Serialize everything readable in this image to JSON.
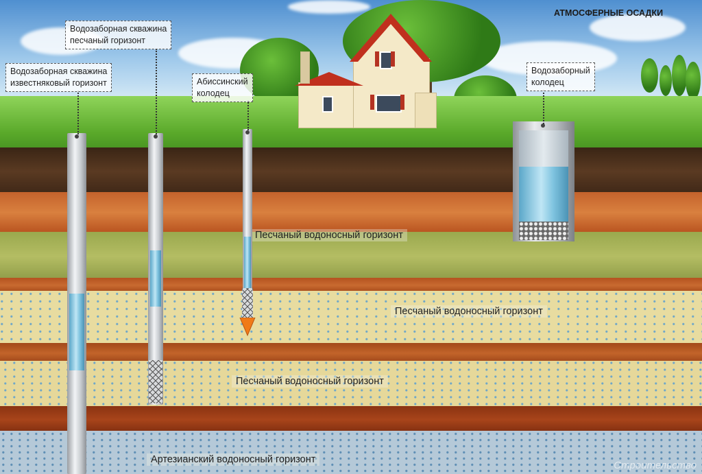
{
  "precipitation_label": "АТМОСФЕРНЫЕ ОСАДКИ",
  "wells": {
    "limestone_well": {
      "line1": "Водозаборная скважина",
      "line2": "известняковый горизонт"
    },
    "sand_well": {
      "line1": "Водозаборная скважина",
      "line2": "песчаный горизонт"
    },
    "abyssinian_well": {
      "line1": "Абиссинский",
      "line2": "колодец"
    },
    "dug_well": {
      "line1": "Водозаборный",
      "line2": "колодец"
    }
  },
  "layers": {
    "sand_horizon_1": "Песчаный водоносный горизонт",
    "sand_horizon_2": "Песчаный водоносный горизонт",
    "sand_horizon_3": "Песчаный водоносный горизонт",
    "artesian": "Артезианский водоносный горизонт"
  },
  "watermark": "Строительство",
  "colors": {
    "water": "#8fd0ea",
    "grass": "#5aa92a",
    "clay": "#c4622c",
    "sand": "#e8dca0"
  }
}
